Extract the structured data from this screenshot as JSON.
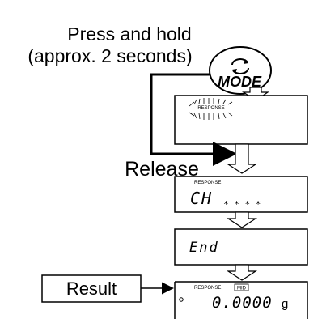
{
  "instruction": {
    "line1": "Press and hold",
    "line2": "(approx. 2 seconds)"
  },
  "mode_button": {
    "label": "MODE",
    "icon": "cycle-arrows-icon"
  },
  "release_label": "Release",
  "result_label": "Result",
  "displays": [
    {
      "indicator": "RESPONSE",
      "main": "",
      "flashing": true
    },
    {
      "indicator": "RESPONSE",
      "main": "CH",
      "sub": "* * * *"
    },
    {
      "indicator": "",
      "main": "End"
    },
    {
      "indicator": "RESPONSE",
      "badge": "MID",
      "main": "0.0000",
      "unit": "g"
    }
  ]
}
